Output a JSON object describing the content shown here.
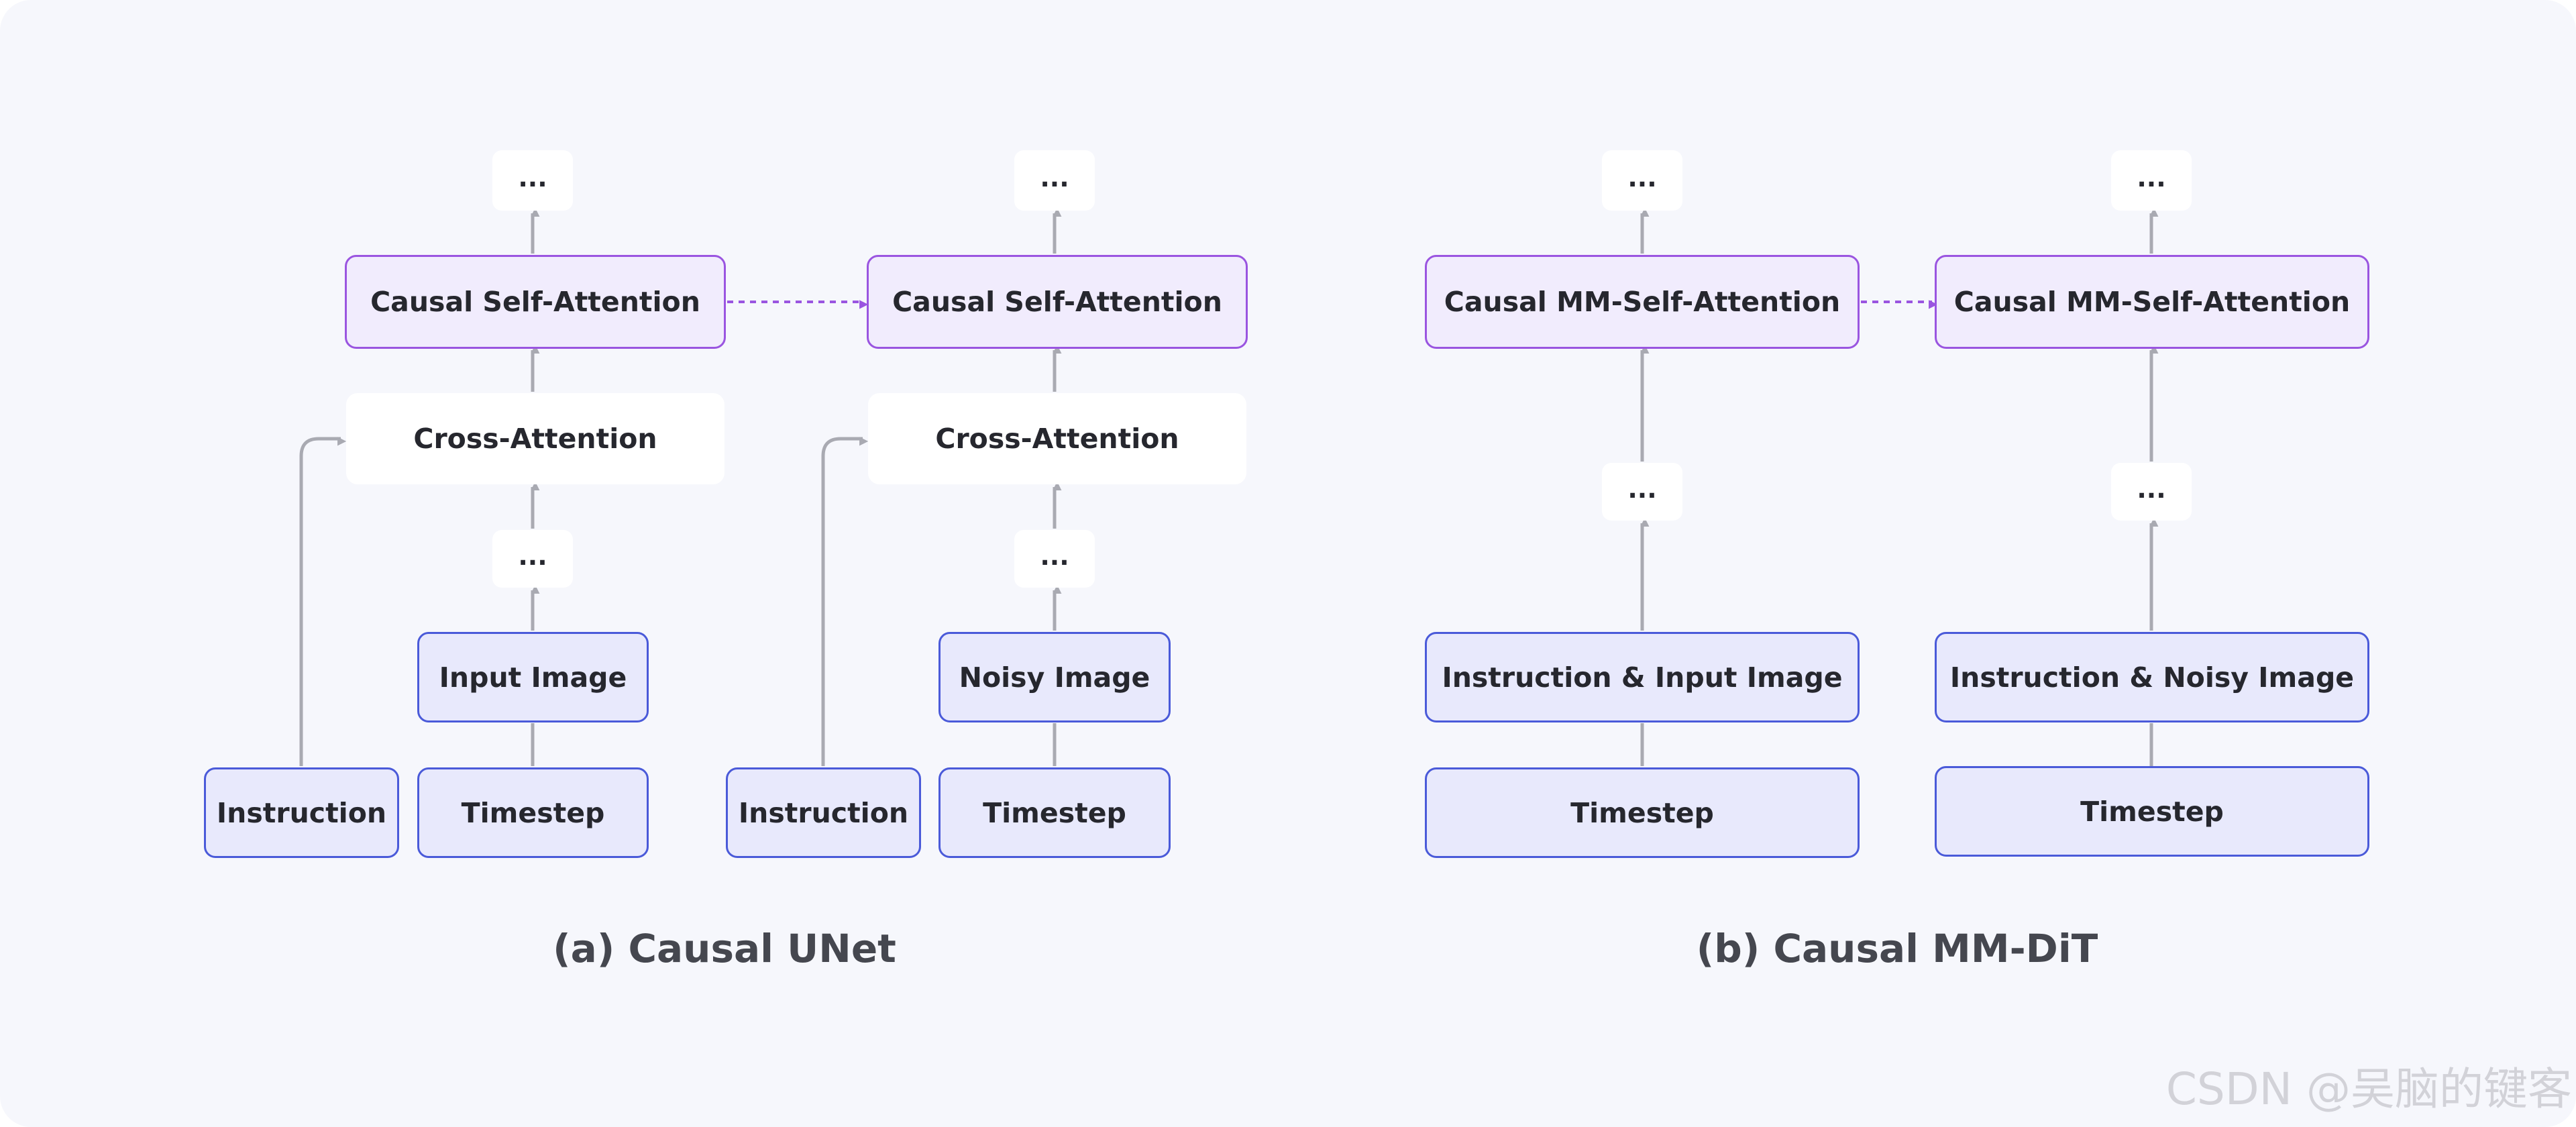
{
  "panel_a": {
    "caption": "(a) Causal UNet",
    "left": {
      "top_dots": "...",
      "self_attention": "Causal Self-Attention",
      "cross_attention": "Cross-Attention",
      "mid_dots": "...",
      "image": "Input Image",
      "timestep": "Timestep",
      "instruction": "Instruction"
    },
    "right": {
      "top_dots": "...",
      "self_attention": "Causal Self-Attention",
      "cross_attention": "Cross-Attention",
      "mid_dots": "...",
      "image": "Noisy Image",
      "timestep": "Timestep",
      "instruction": "Instruction"
    }
  },
  "panel_b": {
    "caption": "(b) Causal MM-DiT",
    "left": {
      "top_dots": "...",
      "self_attention": "Causal MM-Self-Attention",
      "mid_dots": "...",
      "input": "Instruction & Input Image",
      "timestep": "Timestep"
    },
    "right": {
      "top_dots": "...",
      "self_attention": "Causal MM-Self-Attention",
      "mid_dots": "...",
      "input": "Instruction & Noisy Image",
      "timestep": "Timestep"
    }
  },
  "watermark": "CSDN @吴脑的键客",
  "colors": {
    "background": "#f6f7fc",
    "blue_border": "#4a5ad9",
    "blue_fill": "#e8e9fc",
    "purple_border": "#9a55e0",
    "purple_fill": "#f1ecfd",
    "arrow_gray": "#a9aab2",
    "arrow_purple": "#9a55e0"
  }
}
